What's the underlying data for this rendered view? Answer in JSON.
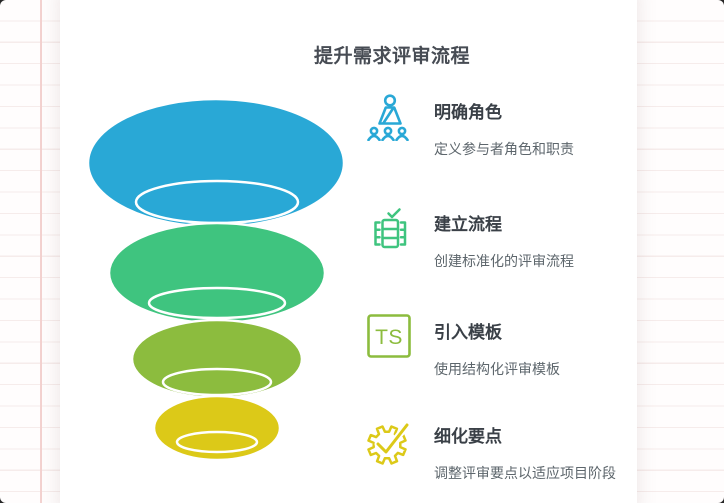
{
  "window": {
    "title": "提升需求评审流程"
  },
  "palette": {
    "blue": "#29a8d6",
    "green": "#3fc47f",
    "olive": "#8cbc3e",
    "yellow": "#dcc918",
    "heading_color": "#474c54",
    "step_title_color": "#3a4047",
    "step_desc_color": "#5d666c",
    "paper_line_color": "#f6eceb",
    "paper_vline_color": "#f3d2d0"
  },
  "funnel": {
    "layer_colors": [
      "#29a8d6",
      "#3fc47f",
      "#8cbc3e",
      "#dcc918"
    ]
  },
  "steps": [
    {
      "icon": "presentation-icon",
      "color": "#29a8d6",
      "title": "明确角色",
      "description": "定义参与者角色和职责"
    },
    {
      "icon": "process-check-icon",
      "color": "#3fc47f",
      "title": "建立流程",
      "description": "创建标准化的评审流程"
    },
    {
      "icon": "ts-template-icon",
      "color": "#8cbc3e",
      "icon_text": "TS",
      "title": "引入模板",
      "description": "使用结构化评审模板"
    },
    {
      "icon": "gear-check-icon",
      "color": "#dcc918",
      "title": "细化要点",
      "description": "调整评审要点以适应项目阶段"
    }
  ]
}
